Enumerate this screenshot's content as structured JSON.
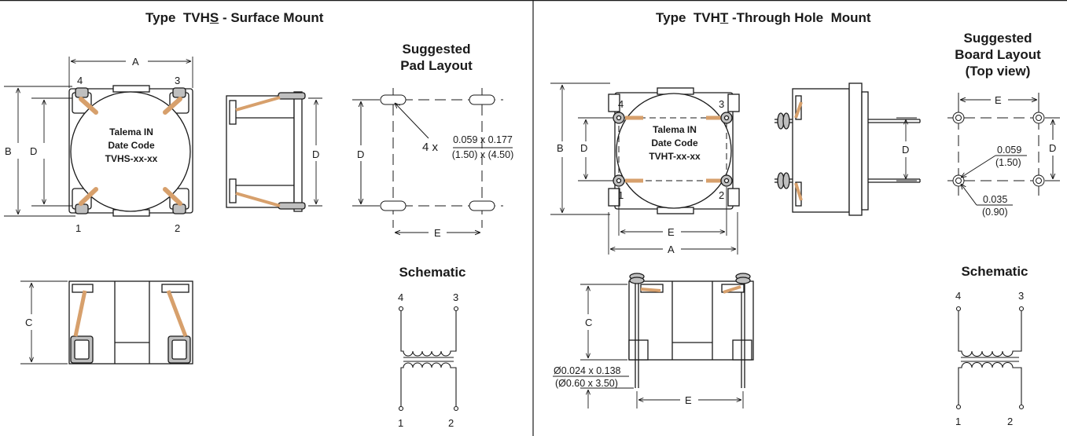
{
  "tvhs": {
    "title": "Type  TVHS - Surface Mount",
    "title_prefix": "Type  TVH",
    "title_underlined": "S",
    "title_suffix": " - Surface Mount",
    "pad_title": "Suggested\nPad Layout",
    "schematic_title": "Schematic",
    "part_marking": [
      "Talema IN",
      "Date Code",
      "TVHS-xx-xx"
    ],
    "dim_A": "A",
    "dim_B": "B",
    "dim_C": "C",
    "dim_D": "D",
    "dim_E": "E",
    "pins": [
      "1",
      "2",
      "3",
      "4"
    ],
    "pad_multiplier": "4 x",
    "pad_inch": "0.059 x 0.177",
    "pad_mm": "(1.50) x (4.50)",
    "schem_pins": [
      "1",
      "2",
      "3",
      "4"
    ]
  },
  "tvht": {
    "title_prefix": "Type  TVH",
    "title_underlined": "T",
    "title_suffix": " -Through Hole  Mount",
    "board_title": "Suggested\nBoard Layout\n(Top view)",
    "schematic_title": "Schematic",
    "part_marking": [
      "Talema IN",
      "Date Code",
      "TVHT-xx-xx"
    ],
    "dim_A": "A",
    "dim_B": "B",
    "dim_C": "C",
    "dim_D": "D",
    "dim_E": "E",
    "pins": [
      "1",
      "2",
      "3",
      "4"
    ],
    "pin_inch": "Ø0.024 x 0.138",
    "pin_mm": "(Ø0.60 x 3.50)",
    "hole1_inch": "0.059",
    "hole1_mm": "(1.50)",
    "hole2_inch": "0.035",
    "hole2_mm": "(0.90)",
    "schem_pins": [
      "1",
      "2",
      "3",
      "4"
    ]
  },
  "colors": {
    "wire": "#d7a06c",
    "ink": "#1a1a1a",
    "pad": "#bfbfbf"
  }
}
